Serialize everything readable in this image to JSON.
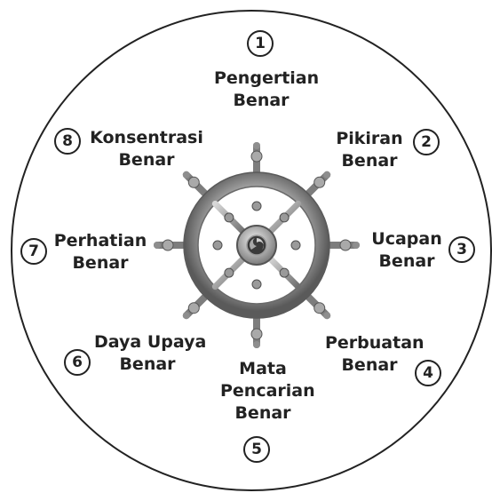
{
  "diagram": {
    "center_icon": "dharma-wheel-icon",
    "colors": {
      "outline": "#222222",
      "wheel_light": "#b9b9b9",
      "wheel_dark": "#5a5a5a",
      "hub_accent": "#2f2f2f"
    },
    "items": [
      {
        "number": "1",
        "lines": [
          "Pengertian",
          "Benar"
        ]
      },
      {
        "number": "2",
        "lines": [
          "Pikiran",
          "Benar"
        ]
      },
      {
        "number": "3",
        "lines": [
          "Ucapan",
          "Benar"
        ]
      },
      {
        "number": "4",
        "lines": [
          "Perbuatan",
          "Benar"
        ]
      },
      {
        "number": "5",
        "lines": [
          "Mata",
          "Pencarian",
          "Benar"
        ]
      },
      {
        "number": "6",
        "lines": [
          "Daya Upaya",
          "Benar"
        ]
      },
      {
        "number": "7",
        "lines": [
          "Perhatian",
          "Benar"
        ]
      },
      {
        "number": "8",
        "lines": [
          "Konsentrasi",
          "Benar"
        ]
      }
    ]
  }
}
